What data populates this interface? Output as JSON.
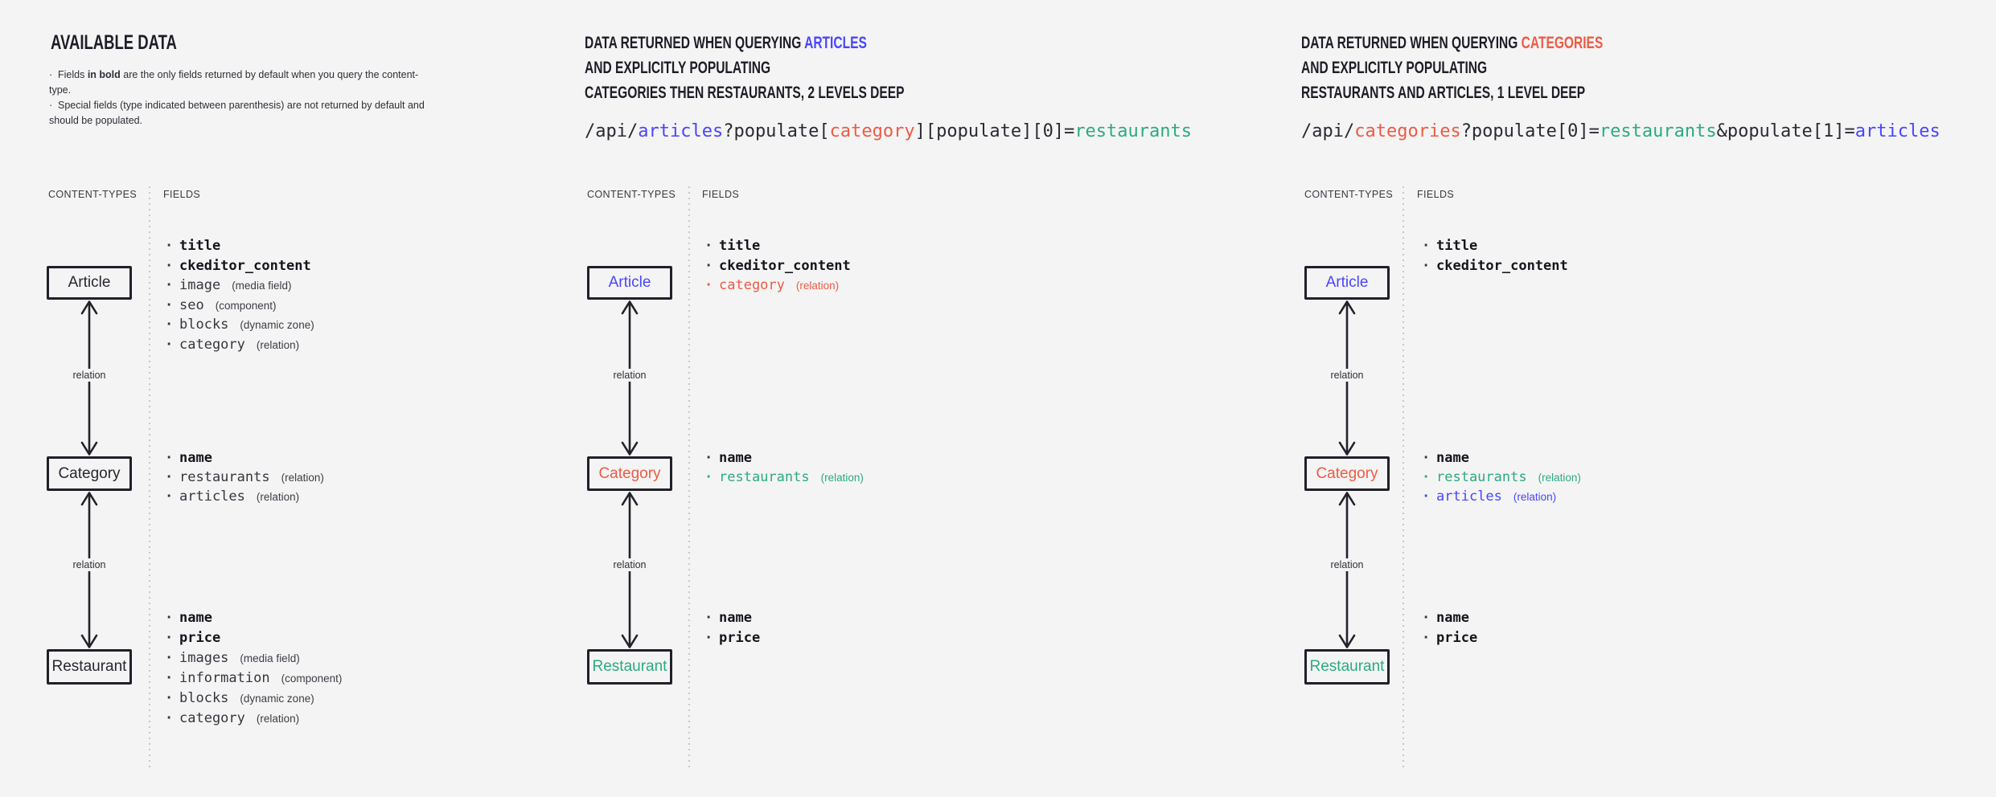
{
  "colors": {
    "blue": "#4945ff",
    "red": "#ee5a45",
    "teal": "#2bab81"
  },
  "icons": {
    "bullet": "·"
  },
  "shared": {
    "content_types_label": "CONTENT-TYPES",
    "fields_label": "FIELDS",
    "relation_label": "relation"
  },
  "columns": [
    {
      "key": "available-data",
      "heading": {
        "large": true,
        "lines": [
          [
            {
              "t": "AVAILABLE DATA"
            }
          ]
        ]
      },
      "notes": [
        [
          {
            "t": "Fields "
          },
          {
            "t": "in bold",
            "bold": true
          },
          {
            "t": " are the only fields returned by default when you query the content-type."
          }
        ],
        [
          {
            "t": "Special fields (type indicated between parenthesis) are not returned by default and should be populated."
          }
        ]
      ],
      "nodes": [
        {
          "label": "Article",
          "fields": [
            {
              "name": "title",
              "bold": true
            },
            {
              "name": "ckeditor_content",
              "bold": true
            },
            {
              "name": "image",
              "type": "(media field)"
            },
            {
              "name": "seo",
              "type": "(component)"
            },
            {
              "name": "blocks",
              "type": "(dynamic zone)"
            },
            {
              "name": "category",
              "type": "(relation)"
            }
          ]
        },
        {
          "label": "Category",
          "fields": [
            {
              "name": "name",
              "bold": true
            },
            {
              "name": "restaurants",
              "type": "(relation)"
            },
            {
              "name": "articles",
              "type": "(relation)"
            }
          ]
        },
        {
          "label": "Restaurant",
          "fields": [
            {
              "name": "name",
              "bold": true
            },
            {
              "name": "price",
              "bold": true
            },
            {
              "name": "images",
              "type": "(media field)"
            },
            {
              "name": "information",
              "type": "(component)"
            },
            {
              "name": "blocks",
              "type": "(dynamic zone)"
            },
            {
              "name": "category",
              "type": "(relation)"
            }
          ]
        }
      ]
    },
    {
      "key": "query-articles",
      "heading": {
        "lines": [
          [
            {
              "t": "DATA RETURNED WHEN QUERYING "
            },
            {
              "t": "ARTICLES",
              "color": "blue"
            }
          ],
          [
            {
              "t": "AND EXPLICITLY POPULATING"
            }
          ],
          [
            {
              "t": "CATEGORIES THEN RESTAURANTS, 2 LEVELS DEEP"
            }
          ]
        ]
      },
      "code": [
        {
          "t": "/api/"
        },
        {
          "t": "articles",
          "color": "blue"
        },
        {
          "t": "?populate["
        },
        {
          "t": "category",
          "color": "red"
        },
        {
          "t": "][populate][0]="
        },
        {
          "t": "restaurants",
          "color": "teal"
        }
      ],
      "nodes": [
        {
          "label": "Article",
          "color": "blue",
          "fields": [
            {
              "name": "title",
              "bold": true
            },
            {
              "name": "ckeditor_content",
              "bold": true
            },
            {
              "name": "category",
              "type": "(relation)",
              "color": "red"
            }
          ]
        },
        {
          "label": "Category",
          "color": "red",
          "fields": [
            {
              "name": "name",
              "bold": true
            },
            {
              "name": "restaurants",
              "type": "(relation)",
              "color": "teal"
            }
          ]
        },
        {
          "label": "Restaurant",
          "color": "teal",
          "fields": [
            {
              "name": "name",
              "bold": true
            },
            {
              "name": "price",
              "bold": true
            }
          ]
        }
      ]
    },
    {
      "key": "query-categories",
      "heading": {
        "lines": [
          [
            {
              "t": "DATA RETURNED WHEN QUERYING "
            },
            {
              "t": "CATEGORIES",
              "color": "red"
            }
          ],
          [
            {
              "t": "AND EXPLICITLY POPULATING"
            }
          ],
          [
            {
              "t": "RESTAURANTS AND ARTICLES, 1 LEVEL DEEP"
            }
          ]
        ]
      },
      "code": [
        {
          "t": "/api/"
        },
        {
          "t": "categories",
          "color": "red"
        },
        {
          "t": "?populate[0]="
        },
        {
          "t": "restaurants",
          "color": "teal"
        },
        {
          "t": "&populate[1]="
        },
        {
          "t": "articles",
          "color": "blue"
        }
      ],
      "nodes": [
        {
          "label": "Article",
          "color": "blue",
          "fields": [
            {
              "name": "title",
              "bold": true
            },
            {
              "name": "ckeditor_content",
              "bold": true
            }
          ]
        },
        {
          "label": "Category",
          "color": "red",
          "fields": [
            {
              "name": "name",
              "bold": true
            },
            {
              "name": "restaurants",
              "type": "(relation)",
              "color": "teal"
            },
            {
              "name": "articles",
              "type": "(relation)",
              "color": "blue"
            }
          ]
        },
        {
          "label": "Restaurant",
          "color": "teal",
          "fields": [
            {
              "name": "name",
              "bold": true
            },
            {
              "name": "price",
              "bold": true
            }
          ]
        }
      ]
    }
  ]
}
